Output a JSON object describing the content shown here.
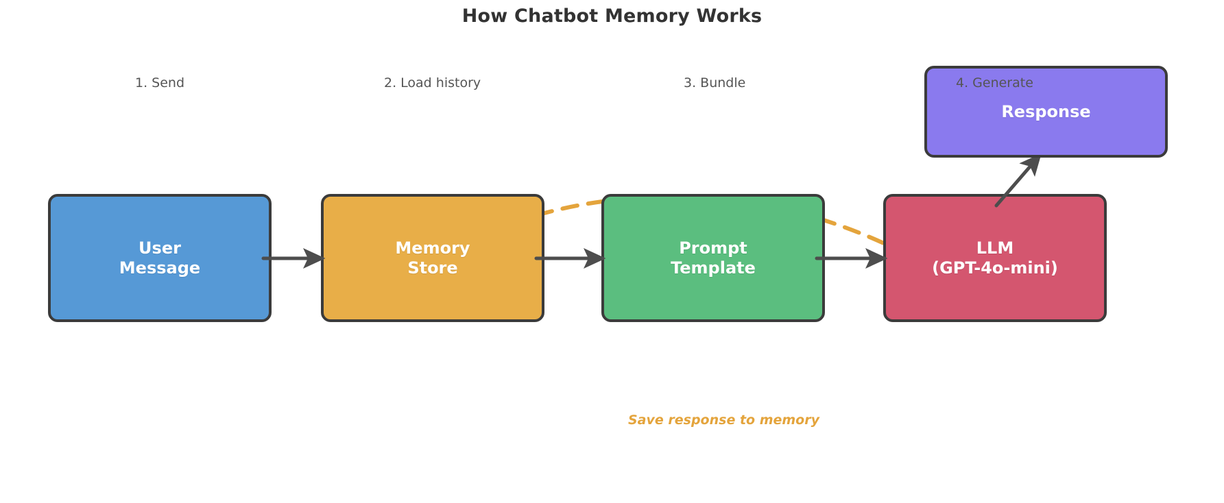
{
  "title": "How Chatbot Memory Works",
  "theme": {
    "background": "#ffffff",
    "title_color": "#333333",
    "node_border": "#3b3b3b",
    "edge_color": "#4d4d4d",
    "feedback_edge_color": "#e4a43c",
    "step_caption_color": "#555555",
    "node_text_color": "#ffffff"
  },
  "nodes": [
    {
      "id": "user-message",
      "label": "User\nMessage",
      "color": "#5699d6",
      "step_caption": "1. Send"
    },
    {
      "id": "memory-store",
      "label": "Memory\nStore",
      "color": "#e8ae48",
      "step_caption": "2. Load history"
    },
    {
      "id": "prompt-template",
      "label": "Prompt\nTemplate",
      "color": "#5bbe7f",
      "step_caption": "3. Bundle"
    },
    {
      "id": "llm",
      "label": "LLM\n(GPT-4o-mini)",
      "color": "#d4566f",
      "step_caption": ""
    },
    {
      "id": "response",
      "label": "Response",
      "color": "#8a7aee",
      "step_caption": "4. Generate"
    }
  ],
  "edges": [
    {
      "id": "user-to-memory",
      "from": "user-message",
      "to": "memory-store",
      "style": "solid",
      "label": ""
    },
    {
      "id": "memory-to-prompt",
      "from": "memory-store",
      "to": "prompt-template",
      "style": "solid",
      "label": ""
    },
    {
      "id": "prompt-to-llm",
      "from": "prompt-template",
      "to": "llm",
      "style": "solid",
      "label": ""
    },
    {
      "id": "llm-to-response",
      "from": "llm",
      "to": "response",
      "style": "solid",
      "label": ""
    },
    {
      "id": "llm-to-memory",
      "from": "llm",
      "to": "memory-store",
      "style": "dashed",
      "label": "Save response to memory"
    }
  ],
  "chart_data": {
    "type": "diagram",
    "diagram_kind": "flowchart",
    "orientation": "left-to-right",
    "title": "How Chatbot Memory Works",
    "node_count": 5,
    "edge_count": 5
  }
}
